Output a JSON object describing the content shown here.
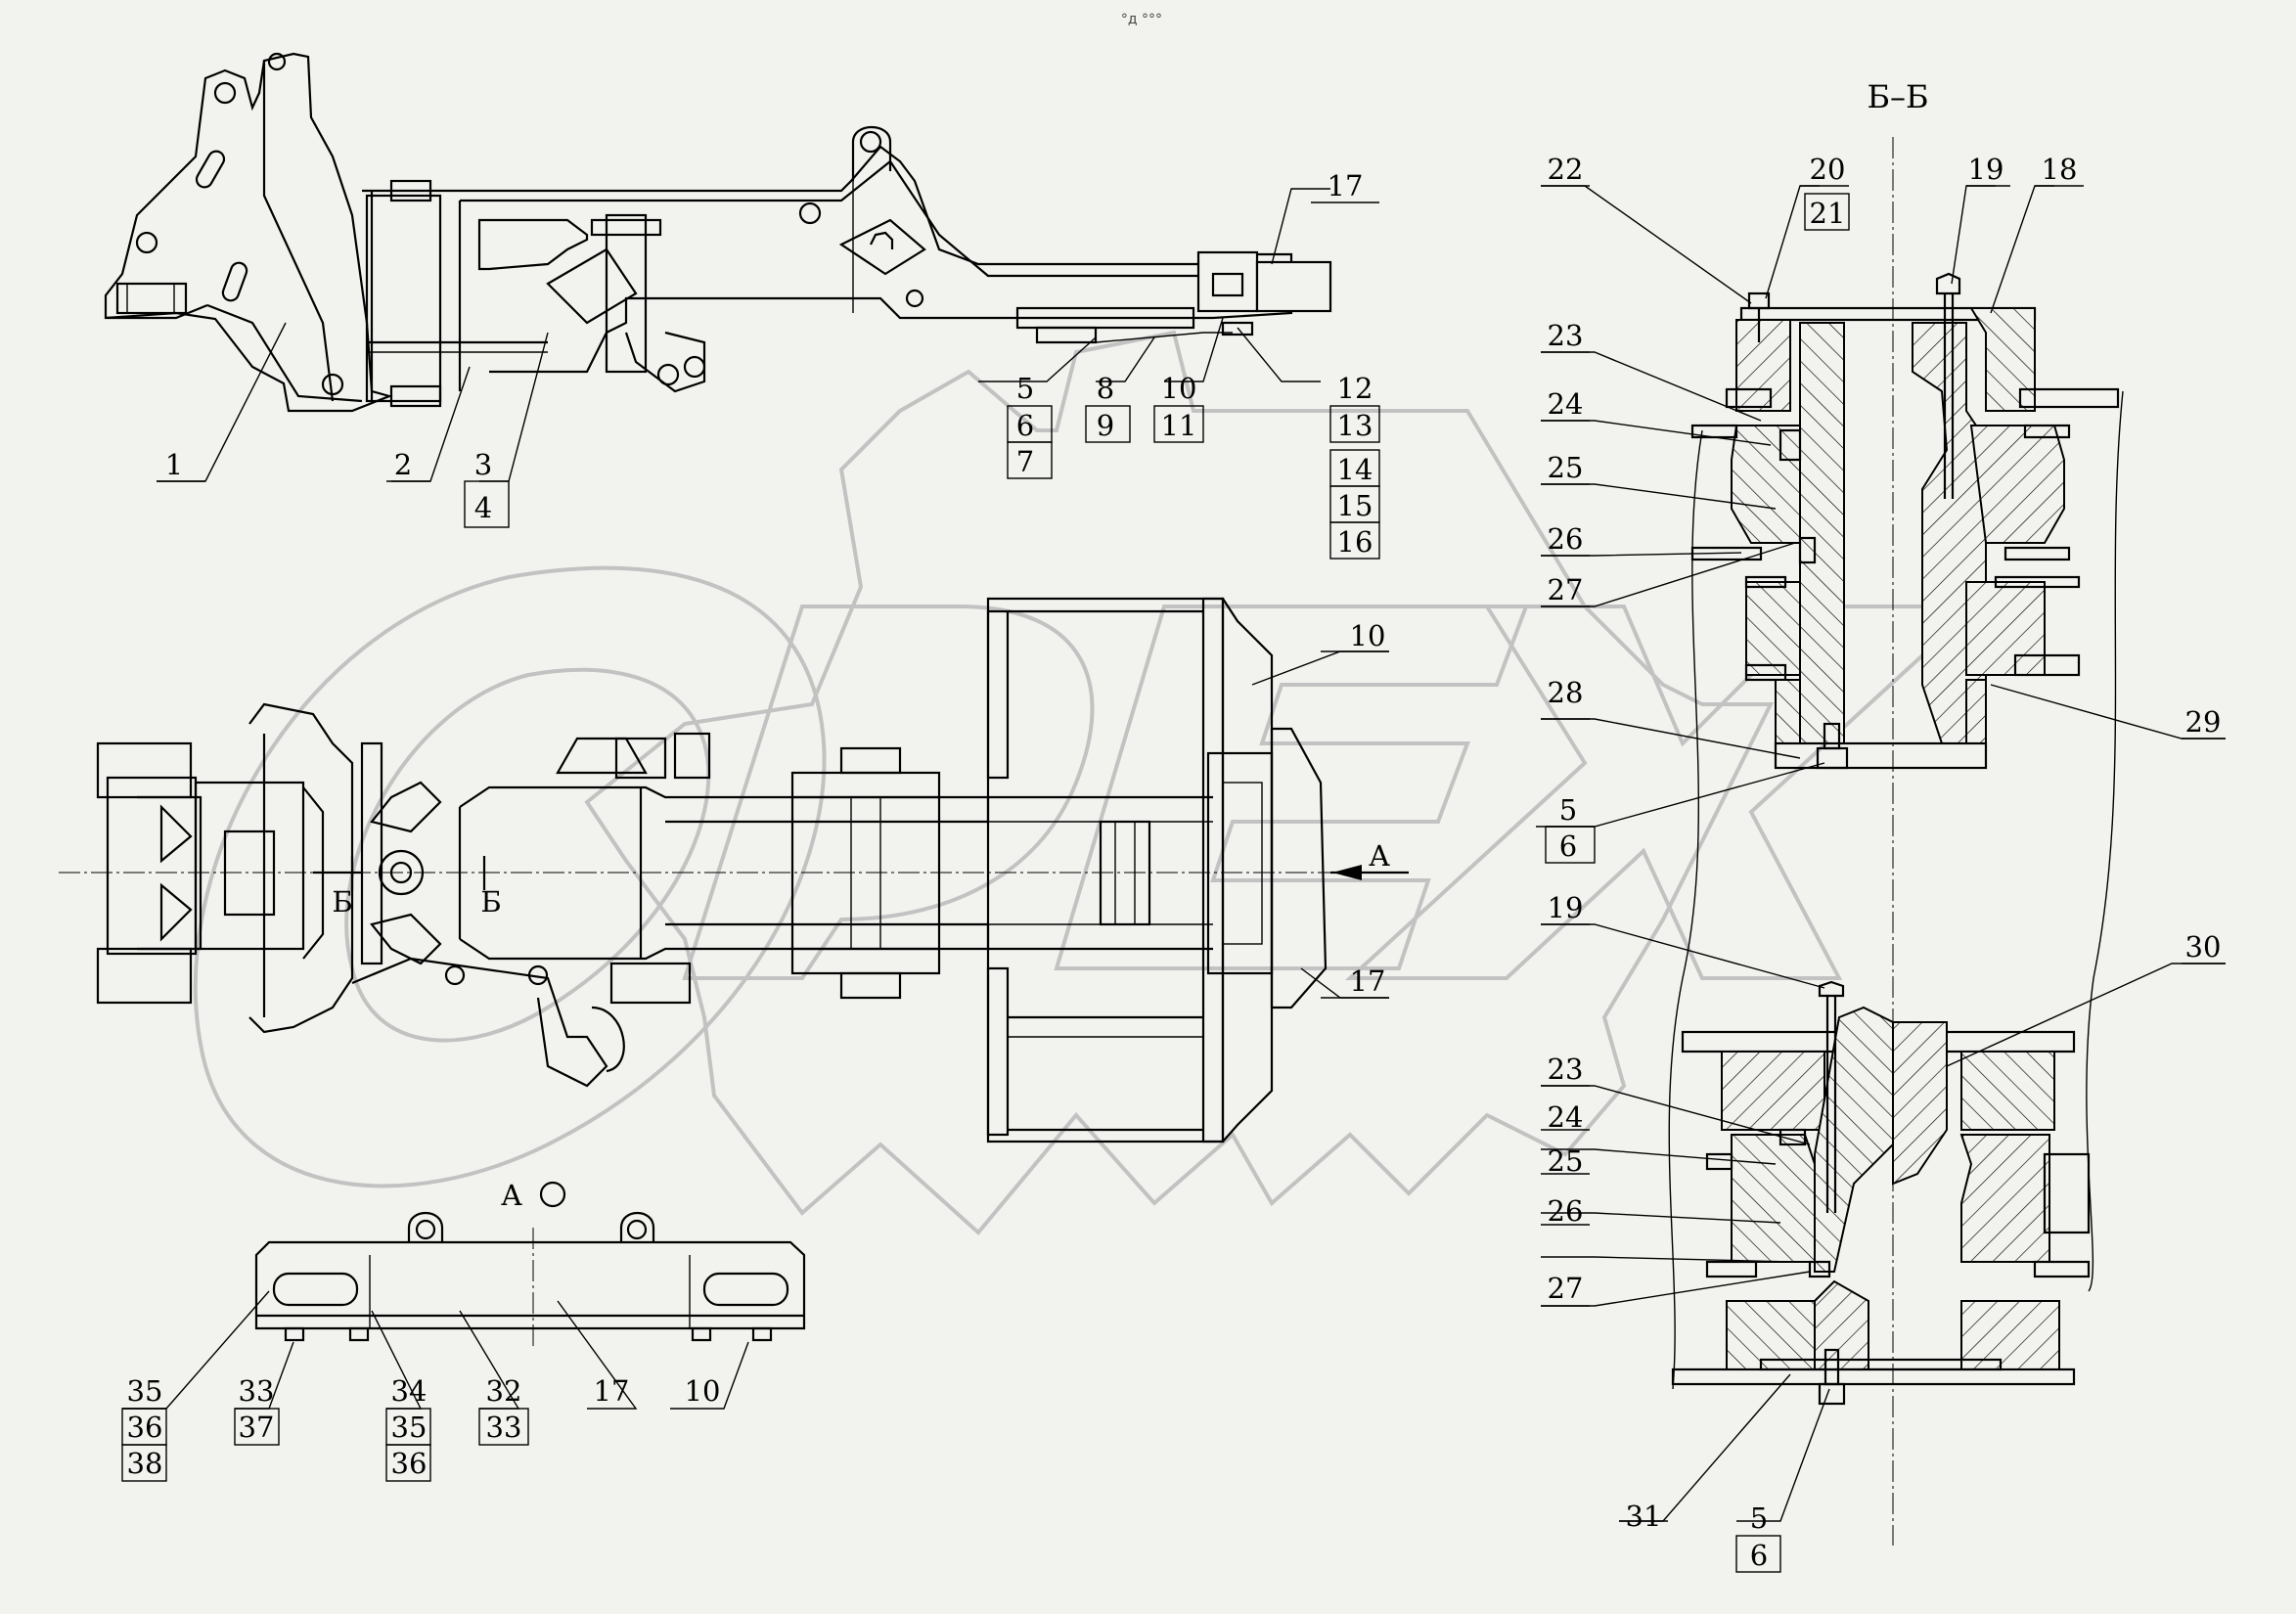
{
  "top_mark": "°д °°°",
  "watermark": "OPEX",
  "section_titles": {
    "section_bb": "Б–Б",
    "view_a": "А",
    "arrow_a": "А",
    "cut_b1": "Б",
    "cut_b2": "Б"
  },
  "callouts": {
    "side_view": [
      "1",
      "2",
      "3",
      "4",
      "5",
      "6",
      "7",
      "8",
      "9",
      "10",
      "11",
      "12",
      "13",
      "14",
      "15",
      "16",
      "17"
    ],
    "plan_view": [
      "10",
      "17"
    ],
    "section_top": [
      "22",
      "20",
      "21",
      "19",
      "18",
      "23",
      "24",
      "25",
      "26",
      "27",
      "28",
      "29",
      "5",
      "6"
    ],
    "section_bottom": [
      "19",
      "30",
      "23",
      "24",
      "25",
      "26",
      "27",
      "31",
      "5",
      "6"
    ],
    "view_a": [
      "35",
      "36",
      "38",
      "33",
      "37",
      "34",
      "35",
      "36",
      "32",
      "33",
      "17",
      "10"
    ]
  },
  "colors": {
    "line": "#000000",
    "background": "#f2f3ee",
    "watermark": "#c2c2c2"
  }
}
